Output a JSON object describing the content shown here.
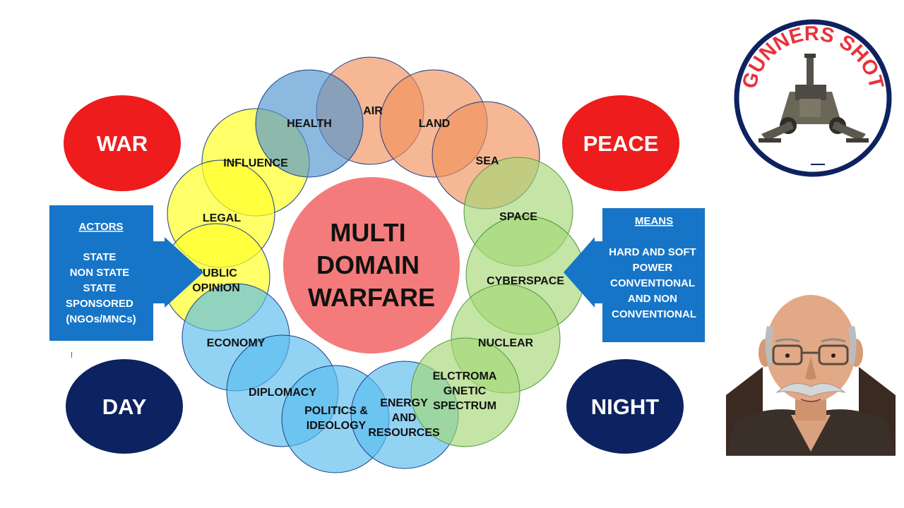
{
  "title": [
    "MULTI",
    "DOMAIN",
    "WARFARE"
  ],
  "colors": {
    "red": "#ee1c1c",
    "navy": "#0d2260",
    "blue_box": "#1675c7",
    "center": "#f47b7b",
    "orange": "#f0905a",
    "green": "#a5d774",
    "yellow": "#ffff2e",
    "health_blue": "#4f93cf",
    "light_blue": "#58bcee"
  },
  "domains": [
    {
      "label": "HEALTH",
      "group": "health_blue"
    },
    {
      "label": "AIR",
      "group": "orange"
    },
    {
      "label": "LAND",
      "group": "orange"
    },
    {
      "label": "SEA",
      "group": "orange"
    },
    {
      "label": "SPACE",
      "group": "green"
    },
    {
      "label": "CYBERSPACE",
      "group": "green"
    },
    {
      "label": "NUCLEAR",
      "group": "green"
    },
    {
      "label": [
        "ELCTROMA",
        "GNETIC",
        "SPECTRUM"
      ],
      "group": "green"
    },
    {
      "label": [
        "ENERGY",
        "AND",
        "RESOURCES"
      ],
      "group": "light_blue"
    },
    {
      "label": [
        "POLITICS &",
        "IDEOLOGY"
      ],
      "group": "light_blue"
    },
    {
      "label": "DIPLOMACY",
      "group": "light_blue"
    },
    {
      "label": "ECONOMY",
      "group": "light_blue"
    },
    {
      "label": [
        "PUBLIC",
        "OPINION"
      ],
      "group": "yellow"
    },
    {
      "label": "LEGAL",
      "group": "yellow"
    },
    {
      "label": "INFLUENCE",
      "group": "yellow"
    }
  ],
  "ovals": [
    {
      "label": "WAR",
      "color": "red"
    },
    {
      "label": "PEACE",
      "color": "red"
    },
    {
      "label": "DAY",
      "color": "navy"
    },
    {
      "label": "NIGHT",
      "color": "navy"
    }
  ],
  "actors": {
    "heading": "ACTORS",
    "lines": [
      "STATE",
      "NON STATE",
      "STATE",
      "SPONSORED",
      "(NGOs/MNCs)"
    ]
  },
  "means": {
    "heading": "MEANS",
    "lines": [
      "HARD AND SOFT",
      "POWER",
      "CONVENTIONAL",
      "AND NON",
      "CONVENTIONAL"
    ]
  },
  "logo": {
    "text": "GUNNERS SHOT",
    "icon": "artillery-gun-icon"
  },
  "portrait": {
    "icon": "author-portrait-icon"
  }
}
